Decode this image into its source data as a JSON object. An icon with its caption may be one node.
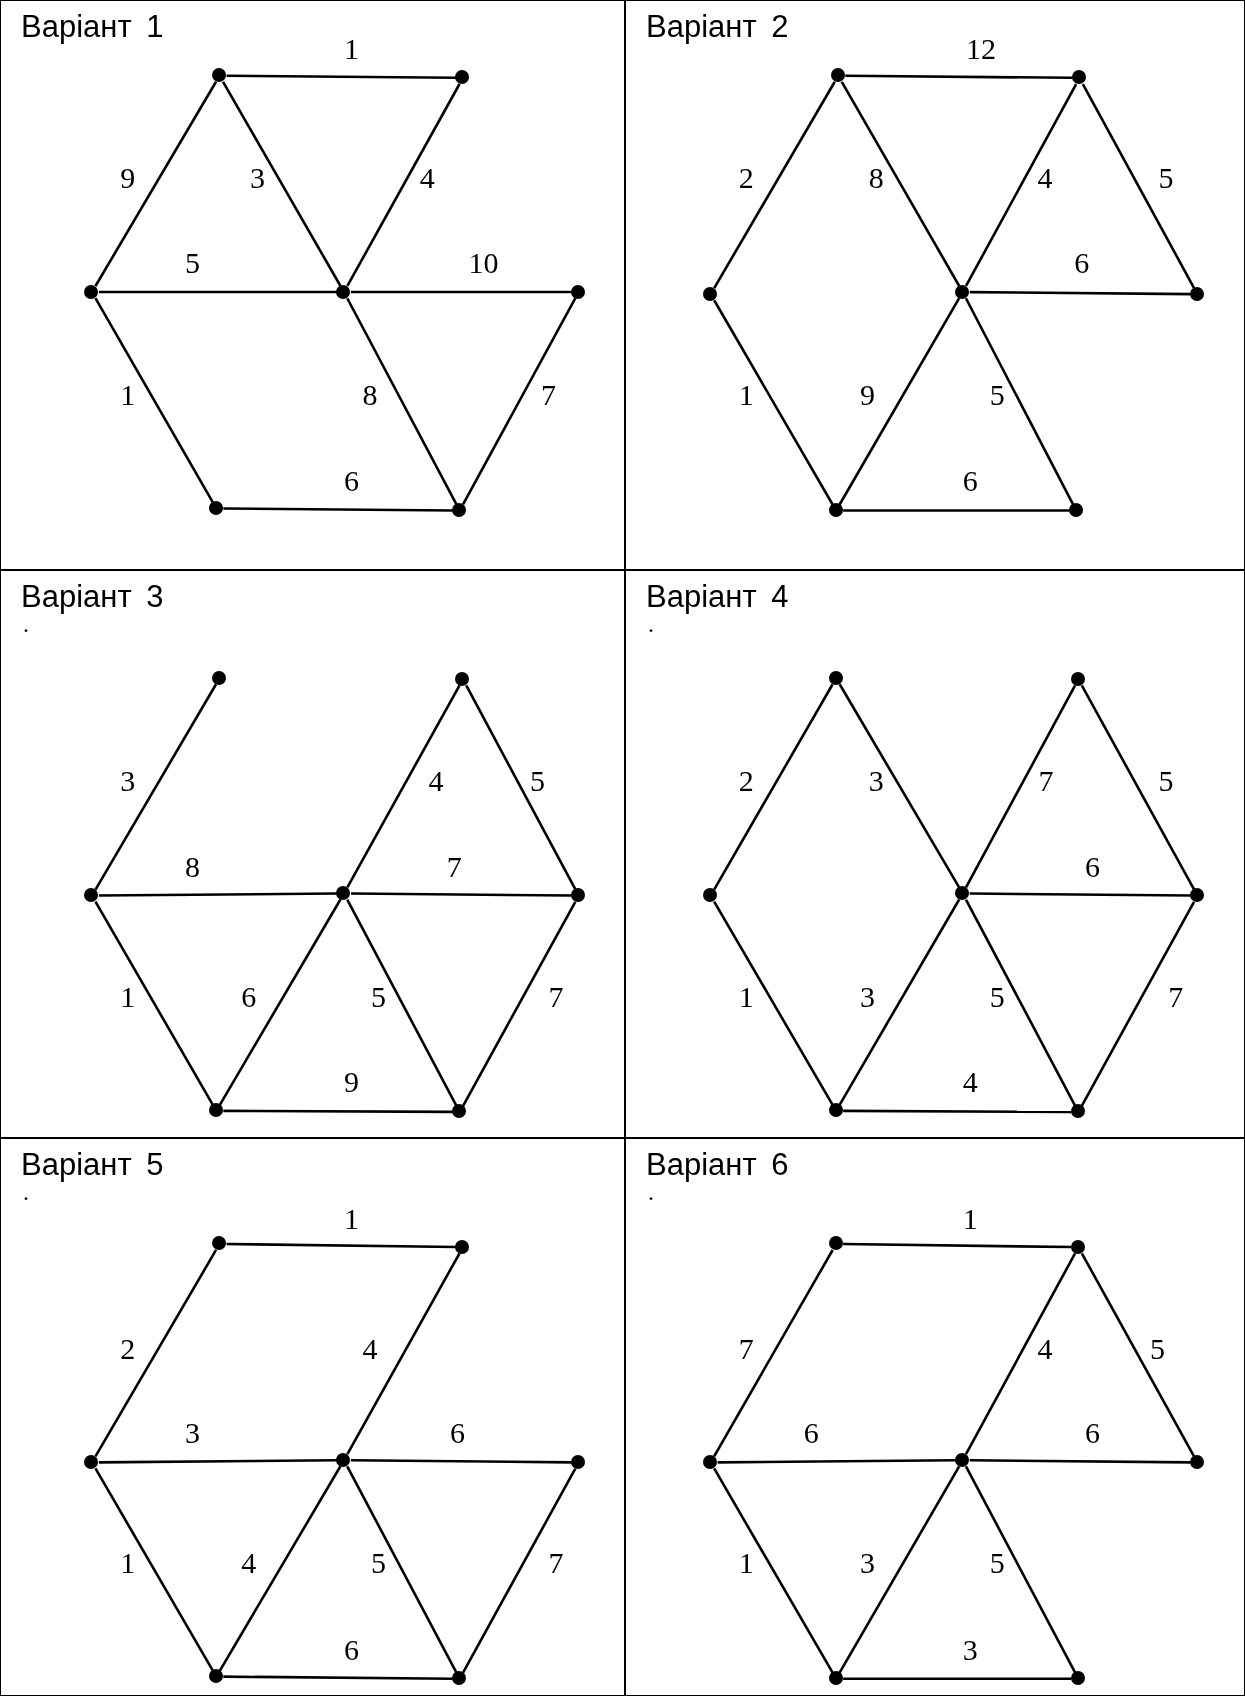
{
  "diagram": {
    "nodes": [
      {
        "text": [
          "Варіант 1"
        ]
      },
      {
        "text": [],
        "shape": "circle",
        "in": 0
      },
      {
        "text": [],
        "shape": "circle",
        "in": 0
      },
      {
        "text": [],
        "shape": "circle",
        "in": 0
      },
      {
        "text": [],
        "shape": "circle",
        "in": 0
      },
      {
        "text": [],
        "shape": "circle",
        "in": 0
      },
      {
        "text": [],
        "shape": "circle",
        "in": 0
      },
      {
        "text": [],
        "shape": "circle",
        "in": 0
      },
      {
        "text": [
          "Варіант 2"
        ]
      },
      {
        "text": [],
        "shape": "circle",
        "in": 8
      },
      {
        "text": [],
        "shape": "circle",
        "in": 8
      },
      {
        "text": [],
        "shape": "circle",
        "in": 8
      },
      {
        "text": [],
        "shape": "circle",
        "in": 8
      },
      {
        "text": [],
        "shape": "circle",
        "in": 8
      },
      {
        "text": [],
        "shape": "circle",
        "in": 8
      },
      {
        "text": [],
        "shape": "circle",
        "in": 8
      },
      {
        "text": [
          "Варіант 3",
          "."
        ]
      },
      {
        "text": [],
        "shape": "circle",
        "in": 16
      },
      {
        "text": [],
        "shape": "circle",
        "in": 16
      },
      {
        "text": [],
        "shape": "circle",
        "in": 16
      },
      {
        "text": [],
        "shape": "circle",
        "in": 16
      },
      {
        "text": [],
        "shape": "circle",
        "in": 16
      },
      {
        "text": [],
        "shape": "circle",
        "in": 16
      },
      {
        "text": [],
        "shape": "circle",
        "in": 16
      },
      {
        "text": [
          "Варіант 4",
          "."
        ]
      },
      {
        "text": [],
        "shape": "circle",
        "in": 24
      },
      {
        "text": [],
        "shape": "circle",
        "in": 24
      },
      {
        "text": [],
        "shape": "circle",
        "in": 24
      },
      {
        "text": [],
        "shape": "circle",
        "in": 24
      },
      {
        "text": [],
        "shape": "circle",
        "in": 24
      },
      {
        "text": [],
        "shape": "circle",
        "in": 24
      },
      {
        "text": [],
        "shape": "circle",
        "in": 24
      },
      {
        "text": [
          "Варіант 5",
          "."
        ]
      },
      {
        "text": [],
        "shape": "circle",
        "in": 32
      },
      {
        "text": [],
        "shape": "circle",
        "in": 32
      },
      {
        "text": [],
        "shape": "circle",
        "in": 32
      },
      {
        "text": [],
        "shape": "circle",
        "in": 32
      },
      {
        "text": [],
        "shape": "circle",
        "in": 32
      },
      {
        "text": [],
        "shape": "circle",
        "in": 32
      },
      {
        "text": [],
        "shape": "circle",
        "in": 32
      },
      {
        "text": [
          "Варіант 6",
          "."
        ]
      },
      {
        "text": [],
        "shape": "circle",
        "in": 40
      },
      {
        "text": [],
        "shape": "circle",
        "in": 40
      },
      {
        "text": [],
        "shape": "circle",
        "in": 40
      },
      {
        "text": [],
        "shape": "circle",
        "in": 40
      },
      {
        "text": [],
        "shape": "circle",
        "in": 40
      },
      {
        "text": [],
        "shape": "circle",
        "in": 40
      },
      {
        "text": [],
        "shape": "circle",
        "in": 40
      }
    ],
    "edges": [
      {
        "from": 1,
        "to": 2,
        "arrow": "none",
        "label": "1"
      },
      {
        "from": 1,
        "to": 3,
        "arrow": "none",
        "label": "9"
      },
      {
        "from": 1,
        "to": 4,
        "arrow": "none",
        "label": "3"
      },
      {
        "from": 2,
        "to": 4,
        "arrow": "none",
        "label": "4"
      },
      {
        "from": 3,
        "to": 4,
        "arrow": "none",
        "label": "5"
      },
      {
        "from": 4,
        "to": 5,
        "arrow": "none",
        "label": "10"
      },
      {
        "from": 3,
        "to": 6,
        "arrow": "none",
        "label": "1"
      },
      {
        "from": 4,
        "to": 7,
        "arrow": "none",
        "label": "8"
      },
      {
        "from": 5,
        "to": 7,
        "arrow": "none",
        "label": "7"
      },
      {
        "from": 6,
        "to": 7,
        "arrow": "none",
        "label": "6"
      },
      {
        "from": 9,
        "to": 10,
        "arrow": "none",
        "label": "12"
      },
      {
        "from": 9,
        "to": 11,
        "arrow": "none",
        "label": "2"
      },
      {
        "from": 9,
        "to": 12,
        "arrow": "none",
        "label": "8"
      },
      {
        "from": 10,
        "to": 12,
        "arrow": "none",
        "label": "4"
      },
      {
        "from": 10,
        "to": 13,
        "arrow": "none",
        "label": "5"
      },
      {
        "from": 12,
        "to": 13,
        "arrow": "none",
        "label": "6"
      },
      {
        "from": 11,
        "to": 14,
        "arrow": "none",
        "label": "1"
      },
      {
        "from": 12,
        "to": 14,
        "arrow": "none",
        "label": "9"
      },
      {
        "from": 12,
        "to": 15,
        "arrow": "none",
        "label": "5"
      },
      {
        "from": 14,
        "to": 15,
        "arrow": "none",
        "label": "6"
      },
      {
        "from": 17,
        "to": 19,
        "arrow": "none",
        "label": "3"
      },
      {
        "from": 19,
        "to": 20,
        "arrow": "none",
        "label": "8"
      },
      {
        "from": 18,
        "to": 20,
        "arrow": "none",
        "label": "4"
      },
      {
        "from": 18,
        "to": 21,
        "arrow": "none",
        "label": "5"
      },
      {
        "from": 20,
        "to": 21,
        "arrow": "none",
        "label": "7"
      },
      {
        "from": 19,
        "to": 22,
        "arrow": "none",
        "label": "1"
      },
      {
        "from": 20,
        "to": 22,
        "arrow": "none",
        "label": "6"
      },
      {
        "from": 20,
        "to": 23,
        "arrow": "none",
        "label": "5"
      },
      {
        "from": 21,
        "to": 23,
        "arrow": "none",
        "label": "7"
      },
      {
        "from": 22,
        "to": 23,
        "arrow": "none",
        "label": "9"
      },
      {
        "from": 25,
        "to": 27,
        "arrow": "none",
        "label": "2"
      },
      {
        "from": 25,
        "to": 28,
        "arrow": "none",
        "label": "3"
      },
      {
        "from": 26,
        "to": 28,
        "arrow": "none",
        "label": "7"
      },
      {
        "from": 26,
        "to": 29,
        "arrow": "none",
        "label": "5"
      },
      {
        "from": 28,
        "to": 29,
        "arrow": "none",
        "label": "6"
      },
      {
        "from": 27,
        "to": 30,
        "arrow": "none",
        "label": "1"
      },
      {
        "from": 28,
        "to": 30,
        "arrow": "none",
        "label": "3"
      },
      {
        "from": 28,
        "to": 31,
        "arrow": "none",
        "label": "5"
      },
      {
        "from": 29,
        "to": 31,
        "arrow": "none",
        "label": "7"
      },
      {
        "from": 30,
        "to": 31,
        "arrow": "none",
        "label": "4"
      },
      {
        "from": 33,
        "to": 34,
        "arrow": "none",
        "label": "1"
      },
      {
        "from": 33,
        "to": 35,
        "arrow": "none",
        "label": "2"
      },
      {
        "from": 34,
        "to": 36,
        "arrow": "none",
        "label": "4"
      },
      {
        "from": 35,
        "to": 36,
        "arrow": "none",
        "label": "3"
      },
      {
        "from": 36,
        "to": 37,
        "arrow": "none",
        "label": "6"
      },
      {
        "from": 35,
        "to": 38,
        "arrow": "none",
        "label": "1"
      },
      {
        "from": 36,
        "to": 38,
        "arrow": "none",
        "label": "4"
      },
      {
        "from": 36,
        "to": 39,
        "arrow": "none",
        "label": "5"
      },
      {
        "from": 37,
        "to": 39,
        "arrow": "none",
        "label": "7"
      },
      {
        "from": 38,
        "to": 39,
        "arrow": "none",
        "label": "6"
      },
      {
        "from": 41,
        "to": 42,
        "arrow": "none",
        "label": "1"
      },
      {
        "from": 41,
        "to": 43,
        "arrow": "none",
        "label": "7"
      },
      {
        "from": 42,
        "to": 44,
        "arrow": "none",
        "label": "4"
      },
      {
        "from": 42,
        "to": 45,
        "arrow": "none",
        "label": "5"
      },
      {
        "from": 43,
        "to": 44,
        "arrow": "none",
        "label": "6"
      },
      {
        "from": 44,
        "to": 45,
        "arrow": "none",
        "label": "6"
      },
      {
        "from": 43,
        "to": 46,
        "arrow": "none",
        "label": "1"
      },
      {
        "from": 44,
        "to": 46,
        "arrow": "none",
        "label": "3"
      },
      {
        "from": 44,
        "to": 47,
        "arrow": "none",
        "label": "5"
      },
      {
        "from": 46,
        "to": 47,
        "arrow": "none",
        "label": "3"
      }
    ]
  }
}
